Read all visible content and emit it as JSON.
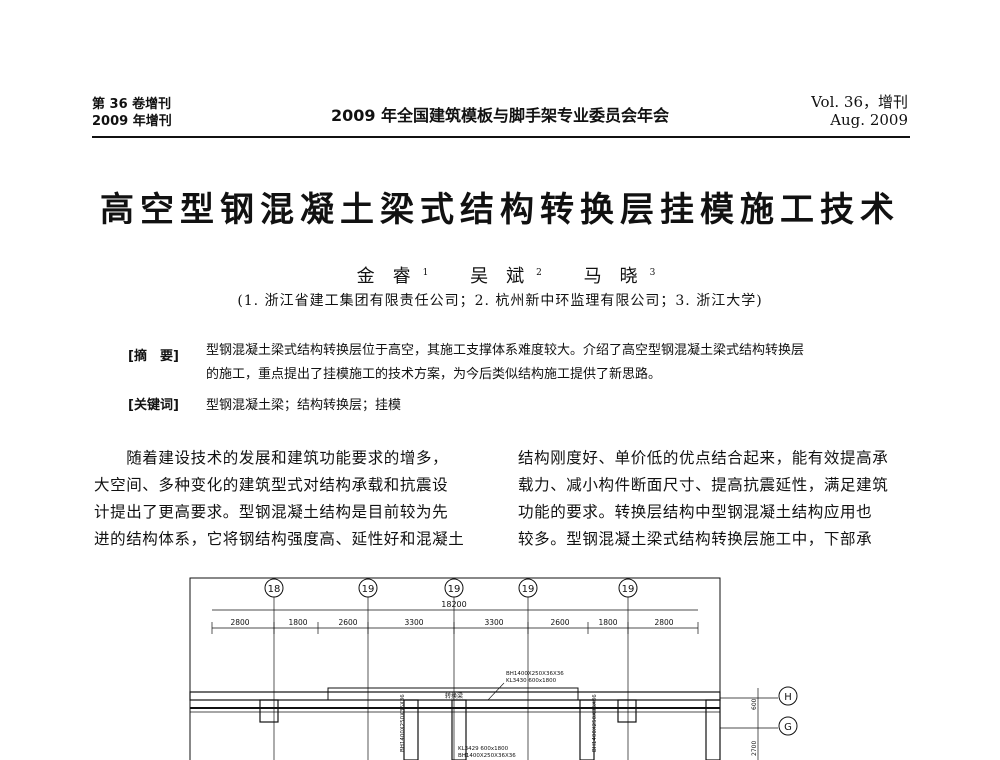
{
  "header": {
    "left_line1": "第 36 卷增刊",
    "left_line2": "2009 年增刊",
    "center": "2009 年全国建筑模板与脚手架专业委员会年会",
    "right_line1": "Vol. 36，增刊",
    "right_line2": "Aug. 2009"
  },
  "title": "高空型钢混凝土梁式结构转换层挂模施工技术",
  "authors": [
    {
      "name": "金　睿",
      "sup": "1"
    },
    {
      "name": "吴　斌",
      "sup": "2"
    },
    {
      "name": "马　晓",
      "sup": "3"
    }
  ],
  "affiliations": "(1. 浙江省建工集团有限责任公司；2. 杭州新中环监理有限公司；3. 浙江大学)",
  "abstract": {
    "label": "[摘　要]",
    "line1": "型钢混凝土梁式结构转换层位于高空，其施工支撑体系难度较大。介绍了高空型钢混凝土梁式结构转换层",
    "line2": "的施工，重点提出了挂模施工的技术方案，为今后类似结构施工提供了新思路。",
    "keywords_label": "[关键词]",
    "keywords": "型钢混凝土梁；结构转换层；挂模"
  },
  "body": {
    "left": [
      "　　随着建设技术的发展和建筑功能要求的增多，",
      "大空间、多种变化的建筑型式对结构承载和抗震设",
      "计提出了更高要求。型钢混凝土结构是目前较为先",
      "进的结构体系，它将钢结构强度高、延性好和混凝土"
    ],
    "right": [
      "结构刚度好、单价低的优点结合起来，能有效提高承",
      "载力、减小构件断面尺寸、提高抗震延性，满足建筑",
      "功能的要求。转换层结构中型钢混凝土结构应用也",
      "较多。型钢混凝土梁式结构转换层施工中，下部承"
    ]
  },
  "figure": {
    "axis_top": [
      "18",
      "19",
      "19",
      "19",
      "19"
    ],
    "axis_right": [
      "H",
      "G"
    ],
    "total_dim": "18200",
    "dims": [
      "2800",
      "1800",
      "2600",
      "3300",
      "3300",
      "2600",
      "1800",
      "2800"
    ],
    "beam_label_1": "BH1400X250X36X36",
    "beam_label_1b": "KL3430 600x1800",
    "beam_label_2": "BH1400X250X36X36",
    "beam_label_2b": "KL3429 600x1800",
    "mid_label": "转换梁",
    "vert_label_left": "BH1400X250X36X36",
    "vert_label_right": "600",
    "vert_dim_right": "2700"
  }
}
